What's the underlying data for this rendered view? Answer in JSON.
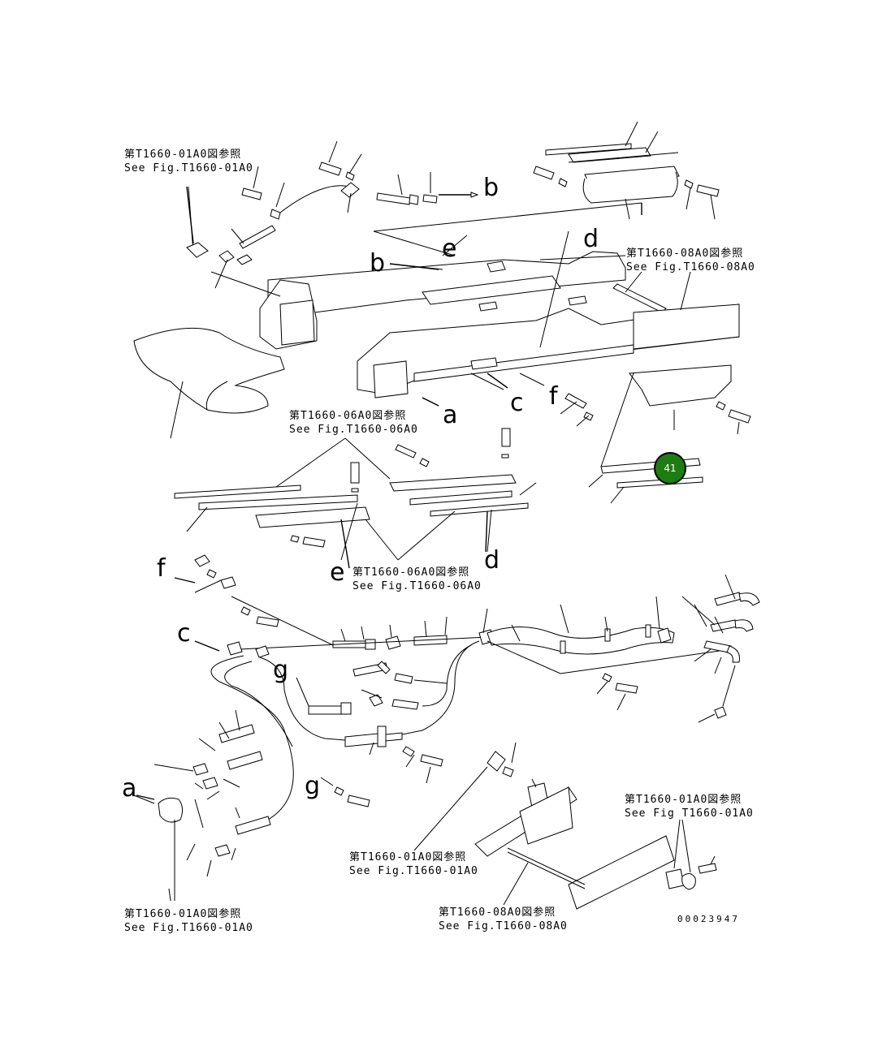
{
  "references": [
    {
      "jp": "第T1660-01A0図参照",
      "en": "See Fig.T1660-01A0"
    },
    {
      "jp": "第T1660-08A0図参照",
      "en": "See Fig.T1660-08A0"
    },
    {
      "jp": "第T1660-06A0図参照",
      "en": "See Fig.T1660-06A0"
    },
    {
      "jp": "第T1660-06A0図参照",
      "en": "See Fig.T1660-06A0"
    },
    {
      "jp": "第T1660-01A0図参照",
      "en": "See Fig.T1660-01A0"
    },
    {
      "jp": "第T1660-01A0図参照",
      "en": "See Fig T1660-01A0"
    },
    {
      "jp": "第T1660-01A0図参照",
      "en": "See Fig.T1660-01A0"
    },
    {
      "jp": "第T1660-08A0図参照",
      "en": "See Fig.T1660-08A0"
    }
  ],
  "letters": [
    "b",
    "e",
    "d",
    "b",
    "c",
    "f",
    "a",
    "d",
    "f",
    "e",
    "c",
    "g",
    "g",
    "a"
  ],
  "callout": {
    "number": "41",
    "color": "#1e7d12"
  },
  "document_number": "00023947"
}
